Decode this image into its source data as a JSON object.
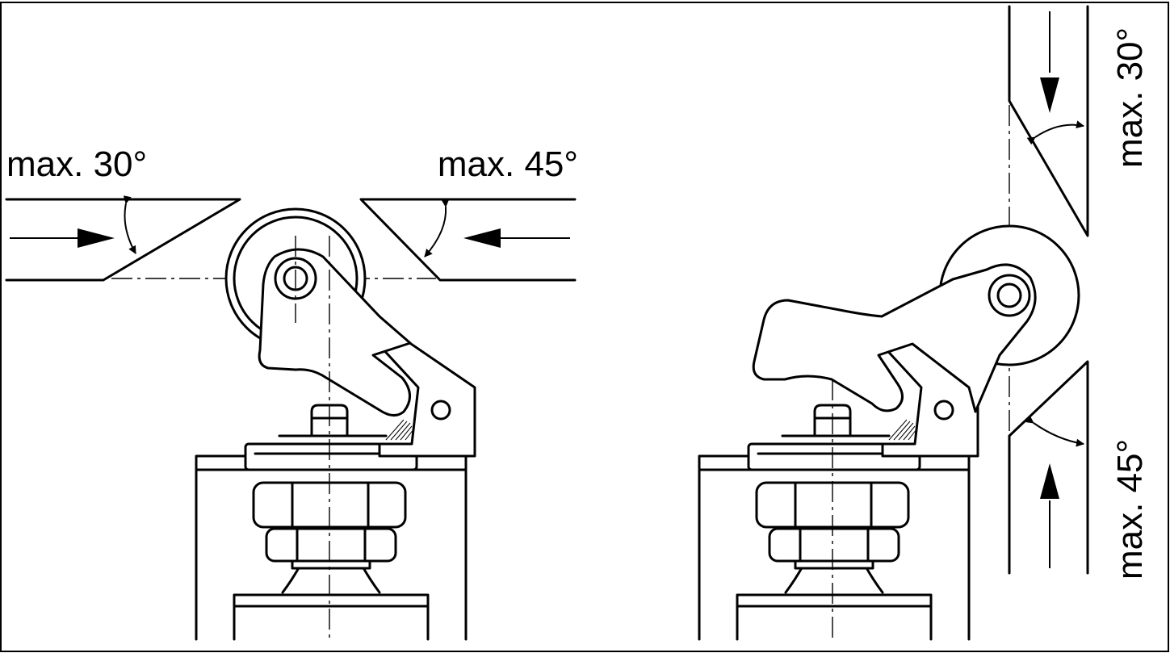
{
  "labels": {
    "left_view_left": "max. 30°",
    "left_view_right": "max. 45°",
    "right_view_top": "max. 30°",
    "right_view_bottom": "max. 45°"
  },
  "colors": {
    "line": "#000000",
    "background": "#ffffff"
  }
}
